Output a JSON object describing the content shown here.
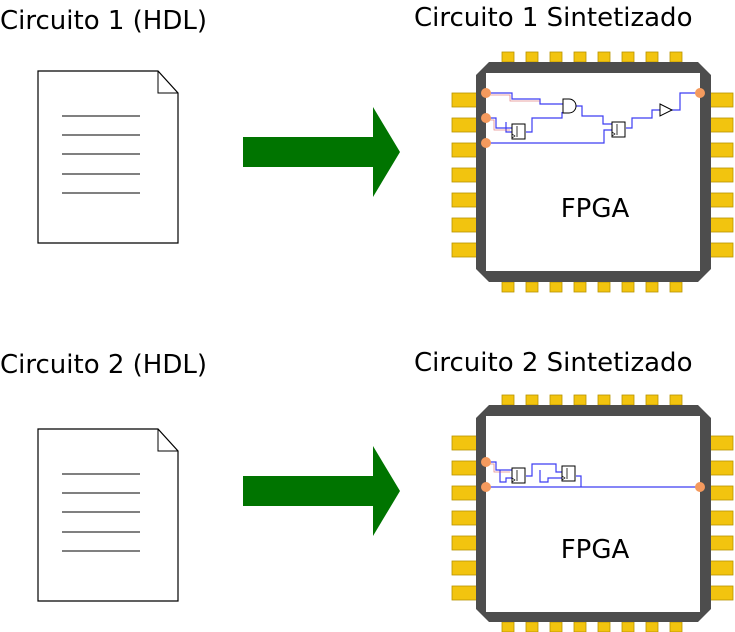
{
  "rows": [
    {
      "hdl_title": "Circuito 1 (HDL)",
      "synth_title": "Circuito 1  Sintetizado",
      "chip_label": "FPGA"
    },
    {
      "hdl_title": "Circuito 2 (HDL)",
      "synth_title": "Circuito 2  Sintetizado",
      "chip_label": "FPGA"
    }
  ],
  "colors": {
    "arrow": "#007400",
    "chip_body": "#4d4d4d",
    "pins": "#f2c40f",
    "pads": "#f49a5e",
    "wires": "#3d3df2"
  }
}
